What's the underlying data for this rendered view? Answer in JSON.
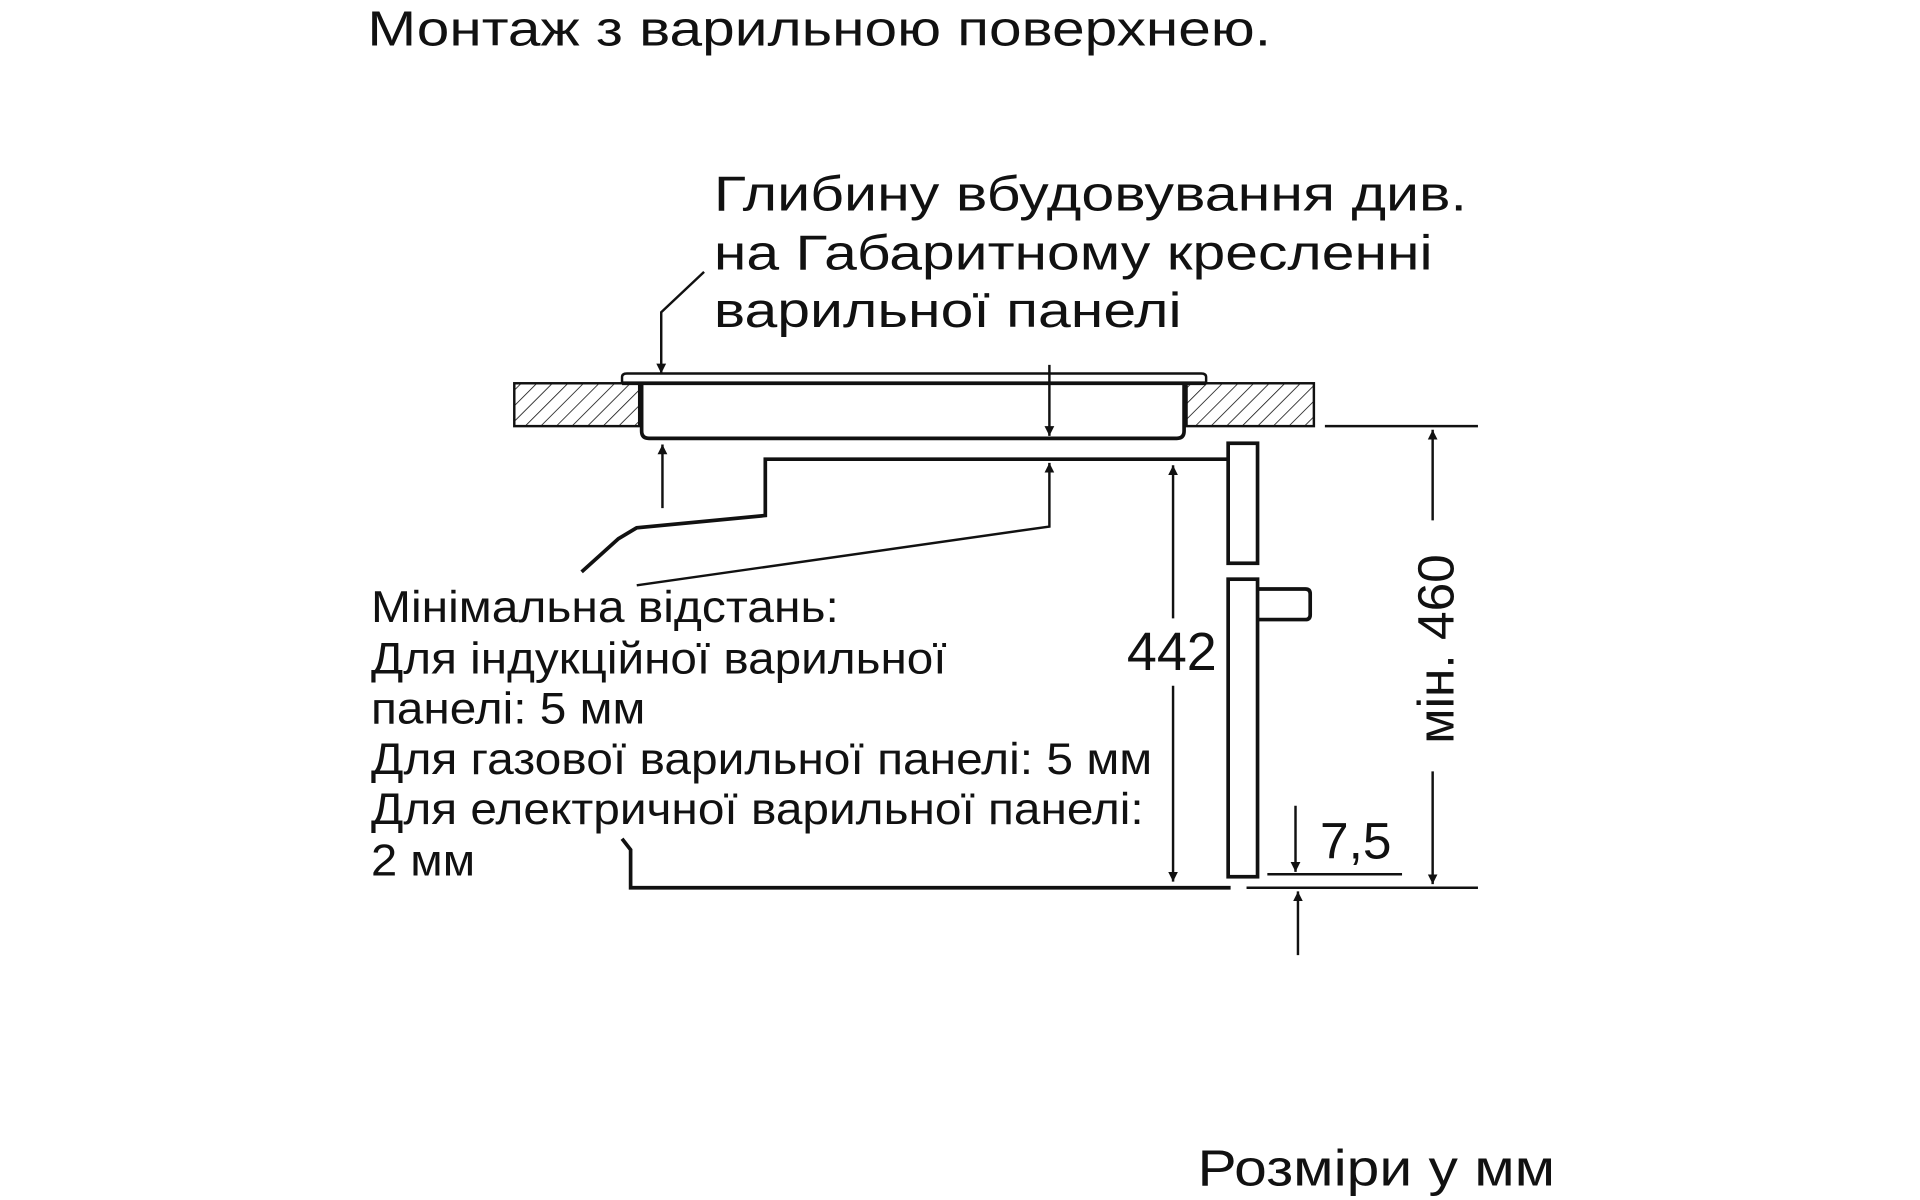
{
  "title": "Монтаж з варильною поверхнею.",
  "callout": {
    "lines": [
      "Глибину вбудовування див.",
      "на Габаритному кресленні",
      "варильної панелі"
    ]
  },
  "min_distance": {
    "lines": [
      "Мінімальна відстань:",
      "Для індукційної варильної",
      "панелі: 5 мм",
      "Для газової варильної панелі: 5 мм",
      "Для електричної варильної панелі:",
      "2 мм"
    ]
  },
  "dimensions": {
    "inner_height": "442",
    "min_height": "мін. 460",
    "offset": "7,5"
  },
  "units_note": "Розміри у мм",
  "colors": {
    "ink": "#111111",
    "background": "#ffffff"
  }
}
